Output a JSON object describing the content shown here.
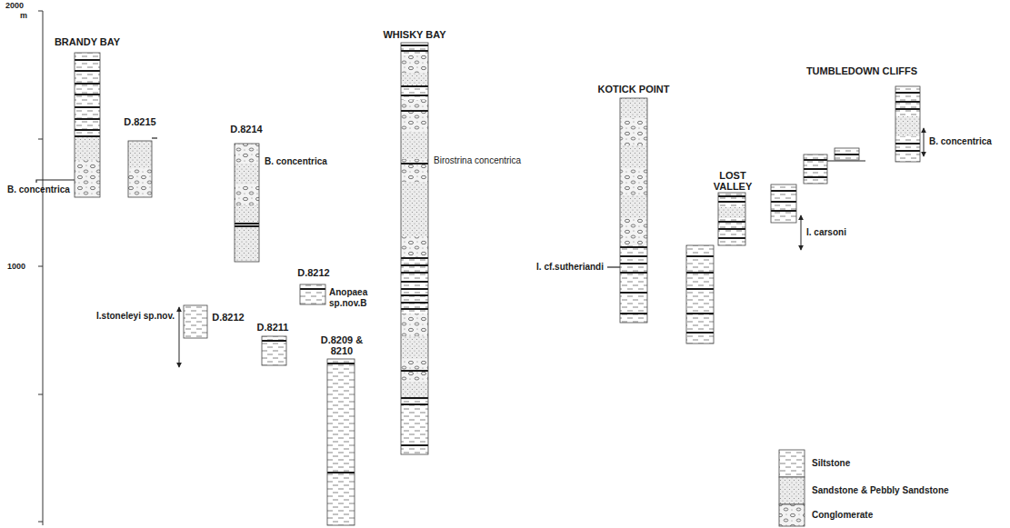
{
  "diagram": {
    "nodes": [
      {
        "text": [
          "BRANDY BAY"
        ]
      },
      {
        "text": [
          "D.8215"
        ]
      },
      {
        "text": [
          "D.8214"
        ]
      },
      {
        "text": [
          "D.8212"
        ]
      },
      {
        "text": [
          "D.8212"
        ]
      },
      {
        "text": [
          "D.8211"
        ]
      },
      {
        "text": [
          "D.8209 & 8210"
        ]
      },
      {
        "text": [
          "WHISKY BAY"
        ]
      },
      {
        "text": [
          "KOTICK POINT"
        ]
      },
      {
        "text": [
          "LOST VALLEY"
        ]
      },
      {
        "text": [
          "TUMBLEDOWN CLIFFS"
        ]
      }
    ],
    "labels": [
      "2000",
      "m",
      "1000",
      "B. concentrica",
      "B. concentrica",
      "Birostrina concentrica",
      "Anopaea sp.nov.B",
      "I.stoneleyi sp.nov.",
      "I. cf.sutheriandi",
      "I. carsoni",
      "B. concentrica"
    ],
    "legend": [
      {
        "text": "Siltstone"
      },
      {
        "text": "Sandstone & Pebbly Sandstone"
      },
      {
        "text": "Conglomerate"
      }
    ]
  }
}
